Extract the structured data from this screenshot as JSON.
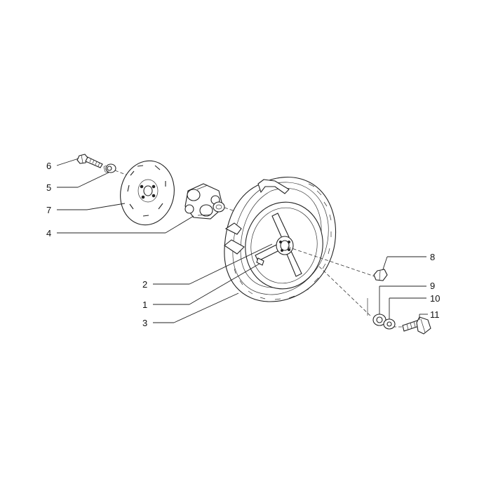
{
  "callouts": [
    {
      "id": "c6",
      "label": "6"
    },
    {
      "id": "c5",
      "label": "5"
    },
    {
      "id": "c7",
      "label": "7"
    },
    {
      "id": "c4",
      "label": "4"
    },
    {
      "id": "c2",
      "label": "2"
    },
    {
      "id": "c1",
      "label": "1"
    },
    {
      "id": "c3",
      "label": "3"
    },
    {
      "id": "c8",
      "label": "8"
    },
    {
      "id": "c9",
      "label": "9"
    },
    {
      "id": "c10",
      "label": "10"
    },
    {
      "id": "c11",
      "label": "11"
    }
  ],
  "colors": {
    "line": "#222222",
    "background": "#ffffff"
  }
}
